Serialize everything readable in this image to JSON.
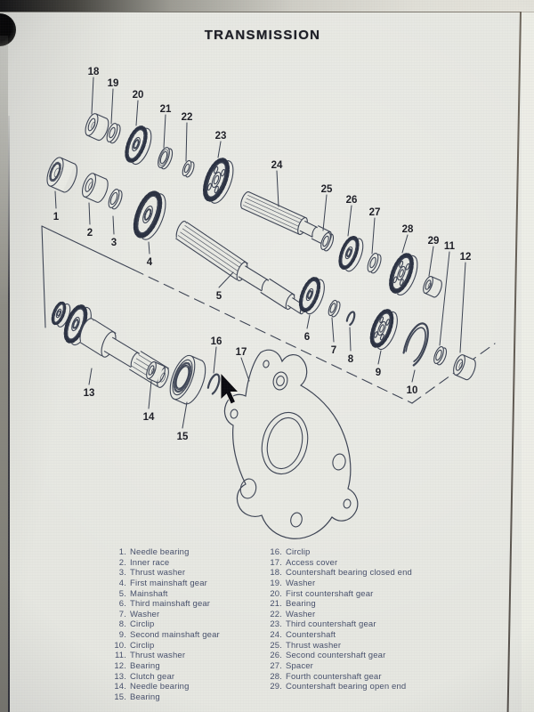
{
  "page": {
    "title": "TRANSMISSION",
    "colors": {
      "paper": "#e6e7e1",
      "paper2": "#e9eae4",
      "ink": "#3d4454",
      "text": "#47506b",
      "title": "#1d1e26"
    }
  },
  "diagram": {
    "callouts": [
      "1",
      "2",
      "3",
      "4",
      "5",
      "6",
      "7",
      "8",
      "9",
      "10",
      "11",
      "12",
      "13",
      "14",
      "15",
      "16",
      "17",
      "18",
      "19",
      "20",
      "21",
      "22",
      "23",
      "24",
      "25",
      "26",
      "27",
      "28",
      "29"
    ],
    "cursor_icon": "arrow-pointer"
  },
  "parts_list": {
    "left": [
      {
        "num": "1",
        "label": "Needle bearing"
      },
      {
        "num": "2",
        "label": "Inner race"
      },
      {
        "num": "3",
        "label": "Thrust washer"
      },
      {
        "num": "4",
        "label": "First mainshaft gear"
      },
      {
        "num": "5",
        "label": "Mainshaft"
      },
      {
        "num": "6",
        "label": "Third mainshaft gear"
      },
      {
        "num": "7",
        "label": "Washer"
      },
      {
        "num": "8",
        "label": "Circlip"
      },
      {
        "num": "9",
        "label": "Second mainshaft gear"
      },
      {
        "num": "10",
        "label": "Circlip"
      },
      {
        "num": "11",
        "label": "Thrust washer"
      },
      {
        "num": "12",
        "label": "Bearing"
      },
      {
        "num": "13",
        "label": "Clutch gear"
      },
      {
        "num": "14",
        "label": "Needle bearing"
      },
      {
        "num": "15",
        "label": "Bearing"
      }
    ],
    "right": [
      {
        "num": "16",
        "label": "Circlip"
      },
      {
        "num": "17",
        "label": "Access cover"
      },
      {
        "num": "18",
        "label": "Countershaft bearing closed end"
      },
      {
        "num": "19",
        "label": "Washer"
      },
      {
        "num": "20",
        "label": "First countershaft gear"
      },
      {
        "num": "21",
        "label": "Bearing"
      },
      {
        "num": "22",
        "label": "Washer"
      },
      {
        "num": "23",
        "label": "Third countershaft gear"
      },
      {
        "num": "24",
        "label": "Countershaft"
      },
      {
        "num": "25",
        "label": "Thrust washer"
      },
      {
        "num": "26",
        "label": "Second countershaft gear"
      },
      {
        "num": "27",
        "label": "Spacer"
      },
      {
        "num": "28",
        "label": "Fourth countershaft gear"
      },
      {
        "num": "29",
        "label": "Countershaft bearing open end"
      }
    ]
  }
}
